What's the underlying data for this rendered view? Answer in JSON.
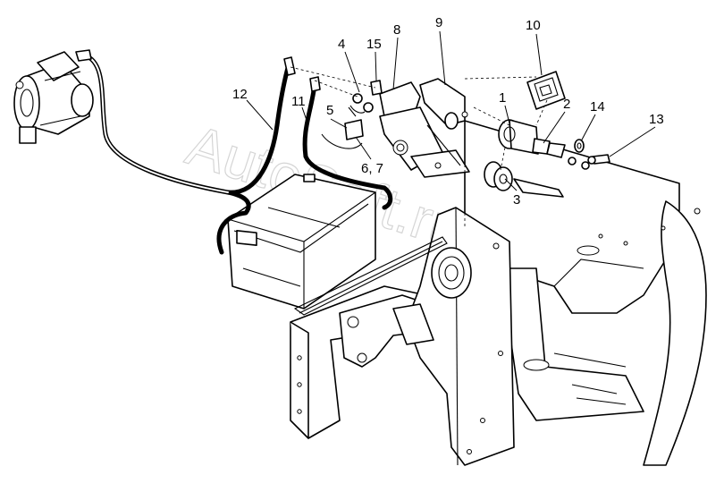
{
  "diagram": {
    "callouts": [
      {
        "id": "1",
        "label": "1"
      },
      {
        "id": "2",
        "label": "2"
      },
      {
        "id": "3",
        "label": "3"
      },
      {
        "id": "4",
        "label": "4"
      },
      {
        "id": "5",
        "label": "5"
      },
      {
        "id": "6-7",
        "label": "6, 7"
      },
      {
        "id": "8",
        "label": "8"
      },
      {
        "id": "9",
        "label": "9"
      },
      {
        "id": "10",
        "label": "10"
      },
      {
        "id": "11",
        "label": "11"
      },
      {
        "id": "12",
        "label": "12"
      },
      {
        "id": "13",
        "label": "13"
      },
      {
        "id": "14",
        "label": "14"
      },
      {
        "id": "15",
        "label": "15"
      }
    ],
    "watermark": "AutoSoft.ru"
  }
}
